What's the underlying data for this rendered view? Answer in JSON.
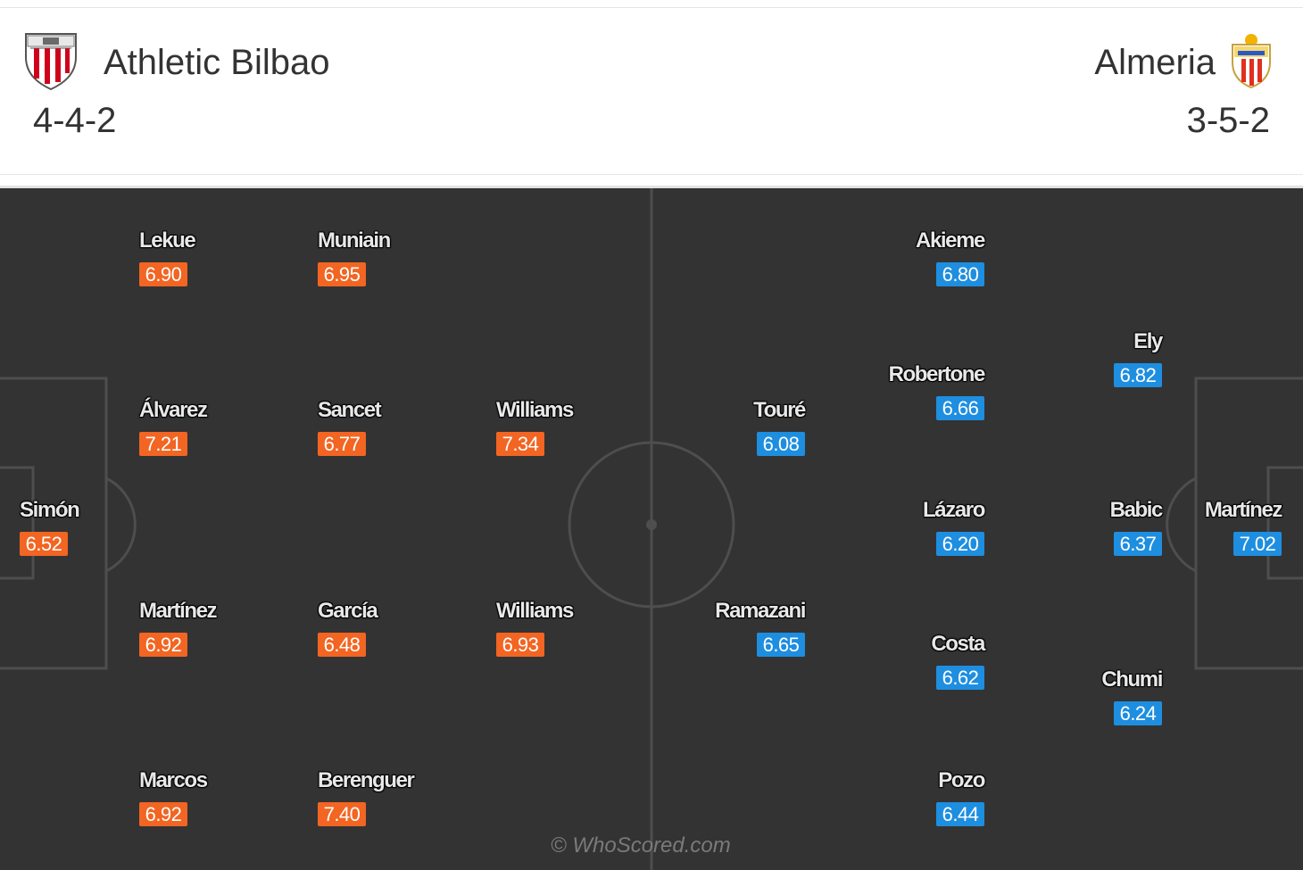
{
  "home_team": {
    "name": "Athletic Bilbao",
    "formation": "4-4-2",
    "crest_icon": "athletic-bilbao-crest",
    "rating_color": "#f26522"
  },
  "away_team": {
    "name": "Almeria",
    "formation": "3-5-2",
    "crest_icon": "almeria-crest",
    "rating_color": "#1e8ee0"
  },
  "home_players": [
    {
      "name": "Simón",
      "rating": "6.52"
    },
    {
      "name": "Lekue",
      "rating": "6.90"
    },
    {
      "name": "Álvarez",
      "rating": "7.21"
    },
    {
      "name": "Martínez",
      "rating": "6.92"
    },
    {
      "name": "Marcos",
      "rating": "6.92"
    },
    {
      "name": "Muniain",
      "rating": "6.95"
    },
    {
      "name": "Sancet",
      "rating": "6.77"
    },
    {
      "name": "García",
      "rating": "6.48"
    },
    {
      "name": "Berenguer",
      "rating": "7.40"
    },
    {
      "name": "Williams",
      "rating": "7.34"
    },
    {
      "name": "Williams",
      "rating": "6.93"
    }
  ],
  "away_players": [
    {
      "name": "Martínez",
      "rating": "7.02"
    },
    {
      "name": "Ely",
      "rating": "6.82"
    },
    {
      "name": "Babic",
      "rating": "6.37"
    },
    {
      "name": "Chumi",
      "rating": "6.24"
    },
    {
      "name": "Akieme",
      "rating": "6.80"
    },
    {
      "name": "Robertone",
      "rating": "6.66"
    },
    {
      "name": "Lázaro",
      "rating": "6.20"
    },
    {
      "name": "Costa",
      "rating": "6.62"
    },
    {
      "name": "Pozo",
      "rating": "6.44"
    },
    {
      "name": "Touré",
      "rating": "6.08"
    },
    {
      "name": "Ramazani",
      "rating": "6.65"
    }
  ],
  "watermark": "© WhoScored.com"
}
